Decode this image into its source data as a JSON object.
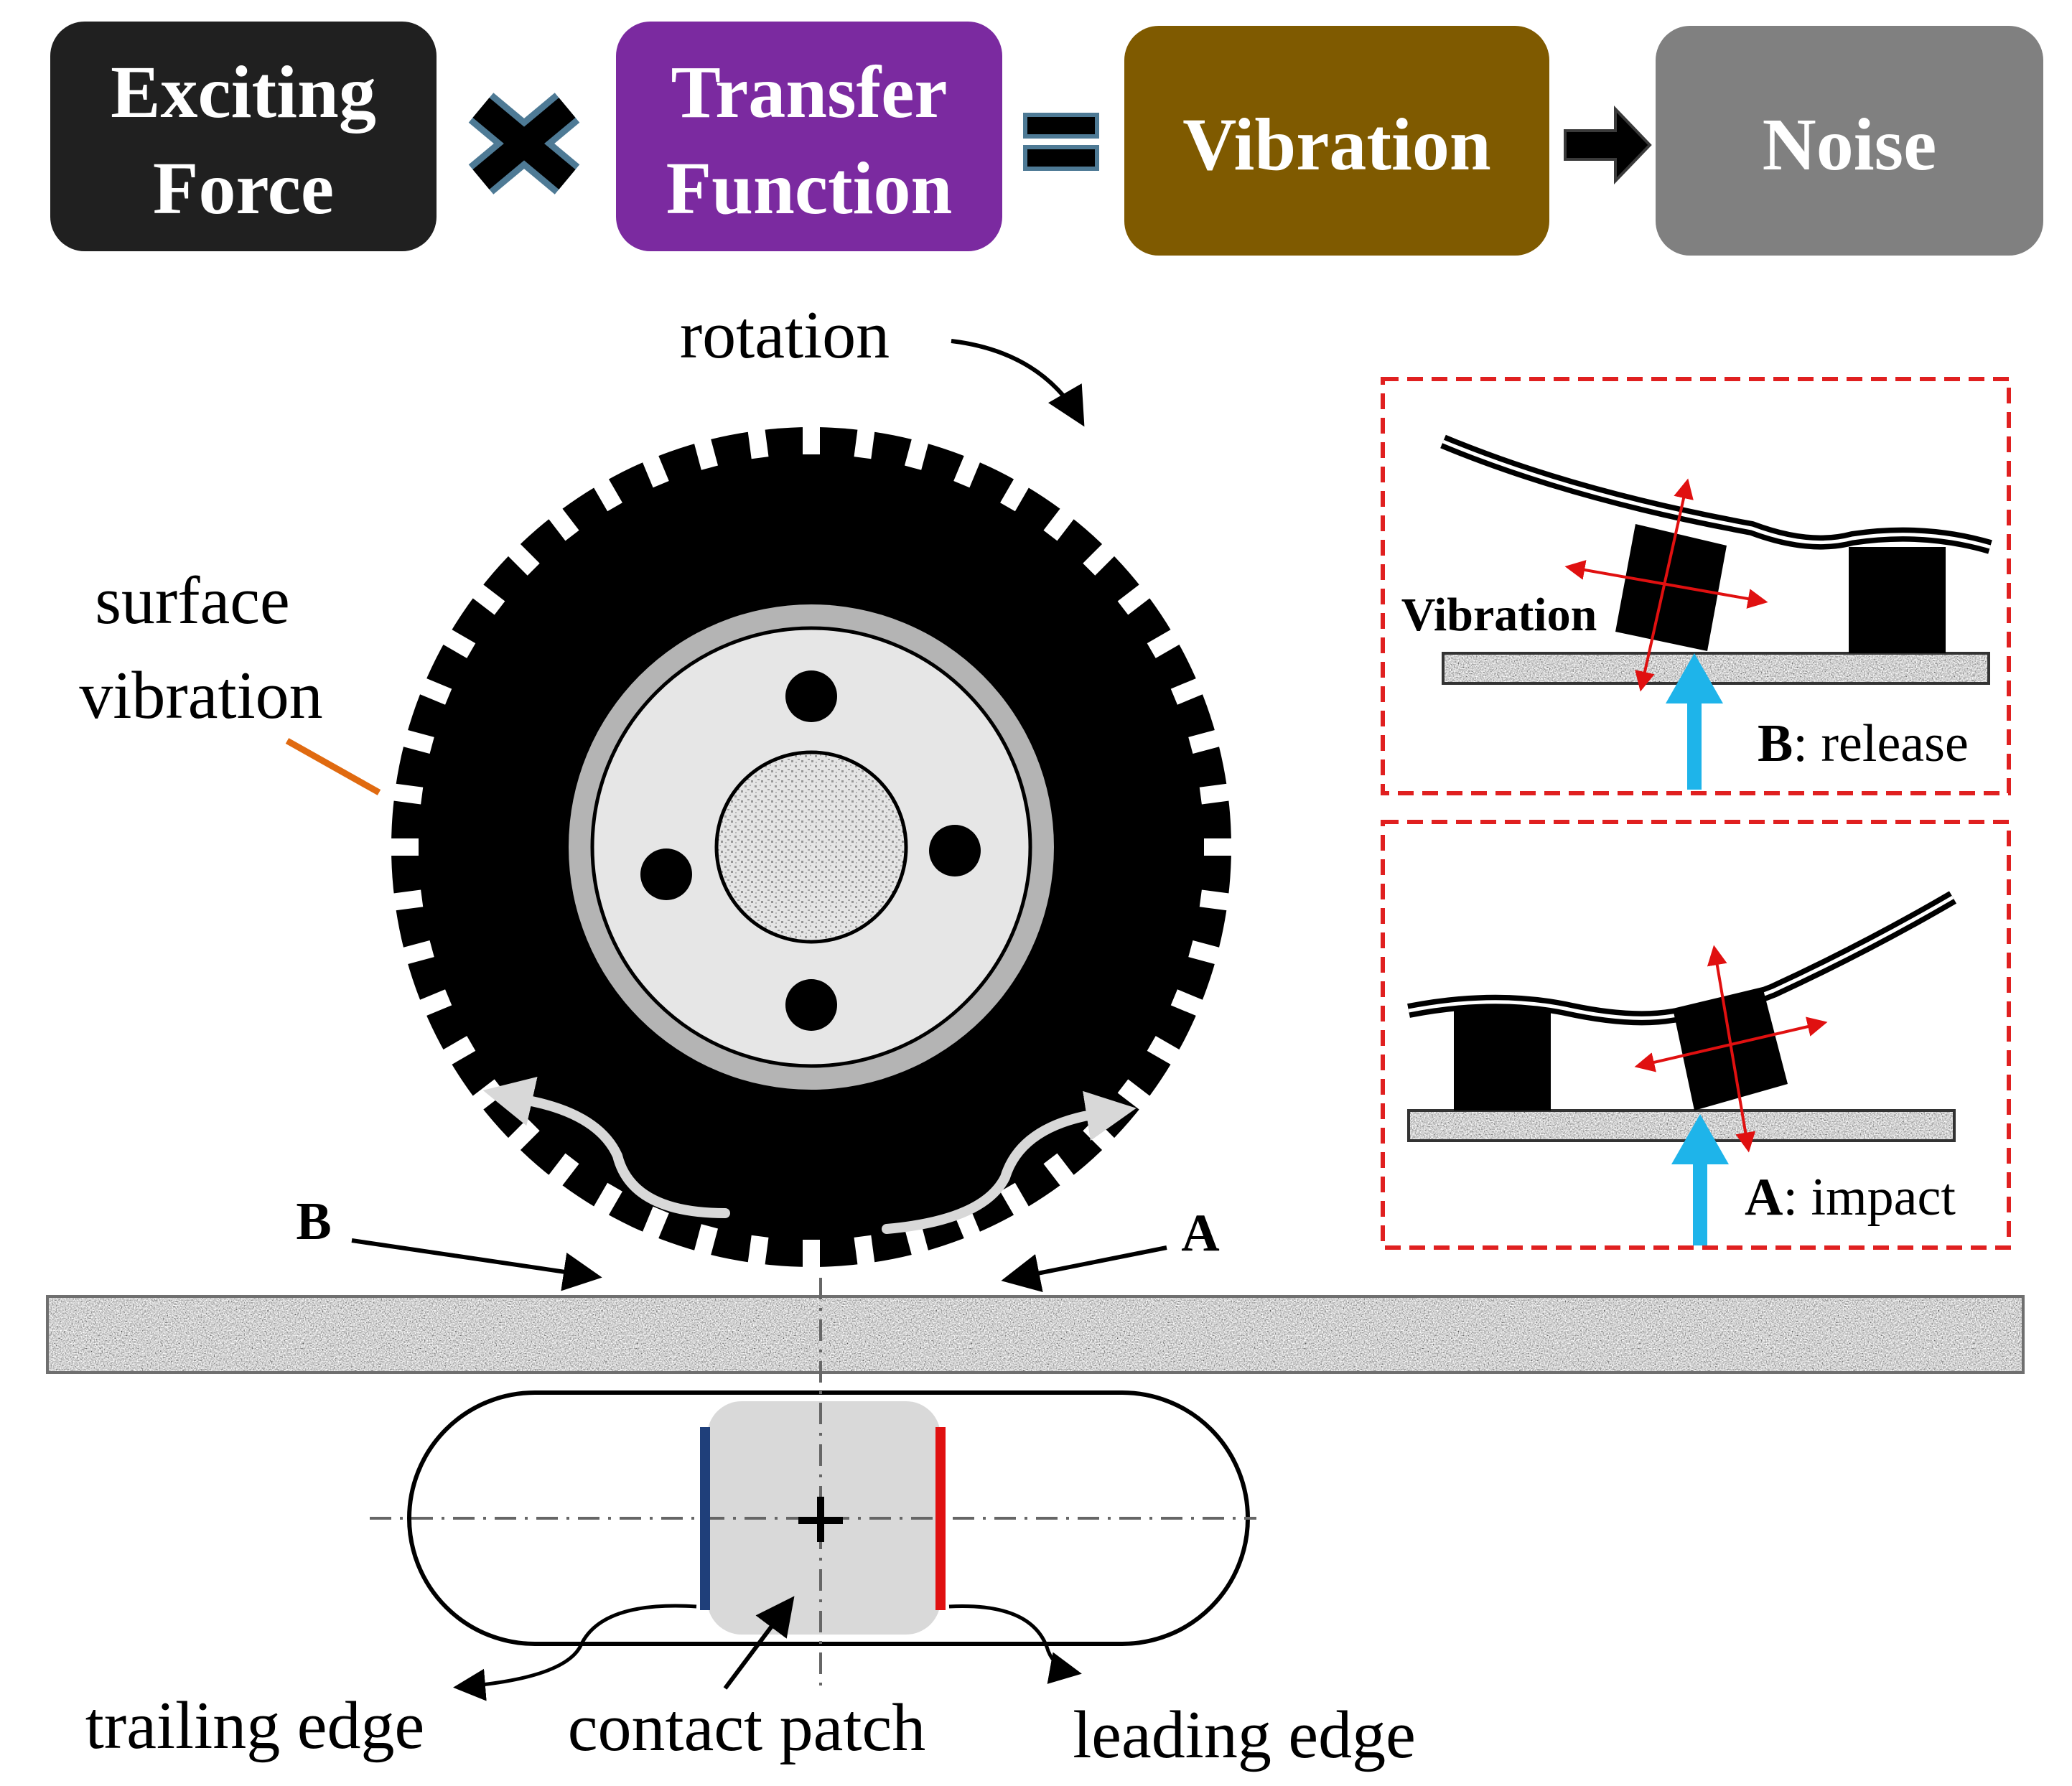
{
  "equation": {
    "boxes": [
      {
        "id": "exciting-force",
        "lines": [
          "Exciting",
          "Force"
        ],
        "color": "#202020"
      },
      {
        "id": "transfer-function",
        "lines": [
          "Transfer",
          "Function"
        ],
        "color": "#7b2aa0"
      },
      {
        "id": "vibration",
        "lines": [
          "Vibration"
        ],
        "color": "#7f5a00"
      },
      {
        "id": "noise",
        "lines": [
          "Noise"
        ],
        "color": "#808080"
      }
    ],
    "operators": [
      "multiply",
      "equals",
      "right-arrow"
    ]
  },
  "labels": {
    "rotation": "rotation",
    "surface_vibration": [
      "surface",
      "vibration"
    ],
    "point_b": "B",
    "point_a": "A",
    "trailing_edge": "trailing edge",
    "contact_patch": "contact patch",
    "leading_edge": "leading edge"
  },
  "insets": {
    "release": {
      "letter": "B",
      "text": ": release",
      "vibration_label": "Vibration"
    },
    "impact": {
      "letter": "A",
      "text": ": impact"
    }
  },
  "colors": {
    "tire": "#000000",
    "rim_gray": "#b4b4b4",
    "hub_face": "#e6e6e6",
    "contact_patch": "#d9d9d9",
    "inset_border": "#e02020",
    "force_arrow": "#1eb4ea",
    "vibration_arrow": "#e01010",
    "trailing_edge_line": "#1f3f7a",
    "leading_edge_line": "#e01010",
    "surface_vibration_line": "#e06a10"
  }
}
